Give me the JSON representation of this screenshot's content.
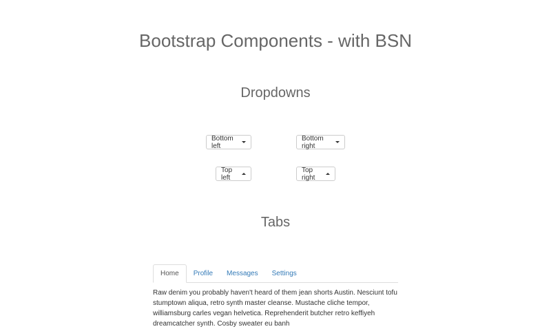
{
  "page_title": "Bootstrap Components - with BSN",
  "dropdowns": {
    "heading": "Dropdowns",
    "buttons": [
      {
        "label": "Bottom left",
        "caret": "caret-down"
      },
      {
        "label": "Bottom right",
        "caret": "caret-down"
      },
      {
        "label": "Top left",
        "caret": "caret-up"
      },
      {
        "label": "Top right",
        "caret": "caret-up"
      }
    ]
  },
  "tabs": {
    "heading": "Tabs",
    "items": [
      {
        "label": "Home",
        "active": true
      },
      {
        "label": "Profile",
        "active": false
      },
      {
        "label": "Messages",
        "active": false
      },
      {
        "label": "Settings",
        "active": false
      }
    ],
    "content": "Raw denim you probably haven't heard of them jean shorts Austin. Nesciunt tofu stumptown aliqua, retro synth master cleanse. Mustache cliche tempor, williamsburg carles vegan helvetica. Reprehenderit butcher retro keffiyeh dreamcatcher synth. Cosby sweater eu banh"
  }
}
